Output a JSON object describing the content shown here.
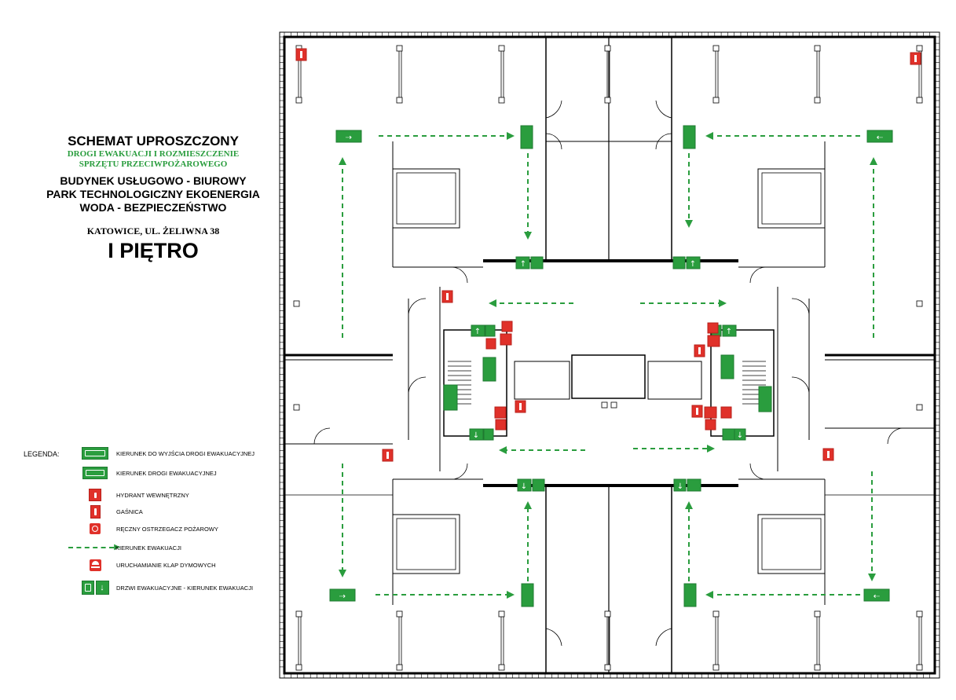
{
  "title": {
    "main": "SCHEMAT UPROSZCZONY",
    "sub_line1": "DROGI EWAKUACJI I ROZMIESZCZENIE",
    "sub_line2": "SPRZĘTU PRZECIWPOŻAROWEGO",
    "building_line1": "BUDYNEK USŁUGOWO - BIUROWY",
    "building_line2": "PARK TECHNOLOGICZNY EKOENERGIA",
    "building_line3": "WODA - BEZPIECZEŃSTWO",
    "address": "KATOWICE, UL.  ŻELIWNA 38",
    "floor": "I PIĘTRO"
  },
  "legend": {
    "heading": "LEGENDA:",
    "items": [
      {
        "icon": "exit-direction-sign-icon",
        "label": "KIERUNEK DO WYJŚCIA DROGI EWAKUACYJNEJ"
      },
      {
        "icon": "evacuation-route-sign-icon",
        "label": "KIERUNEK DROGI EWAKUACYJNEJ"
      },
      {
        "icon": "fire-hydrant-icon",
        "label": "HYDRANT WEWNĘTRZNY"
      },
      {
        "icon": "fire-extinguisher-icon",
        "label": "GAŚNICA"
      },
      {
        "icon": "fire-alarm-call-point-icon",
        "label": "RĘCZNY OSTRZEGACZ POŻAROWY"
      },
      {
        "icon": "dashed-arrow-icon",
        "label": "KIERUNEK  EWAKUACJI"
      },
      {
        "icon": "smoke-vent-release-icon",
        "label": "URUCHAMIANIE KLAP DYMOWYCH"
      },
      {
        "icon": "evacuation-door-icon",
        "label": "DRZWI EWAKUACYJNE - KIERUNEK EWAKUACJI"
      }
    ]
  },
  "colors": {
    "green": "#2a9d3e",
    "red": "#e0312a",
    "wall": "#000000"
  }
}
